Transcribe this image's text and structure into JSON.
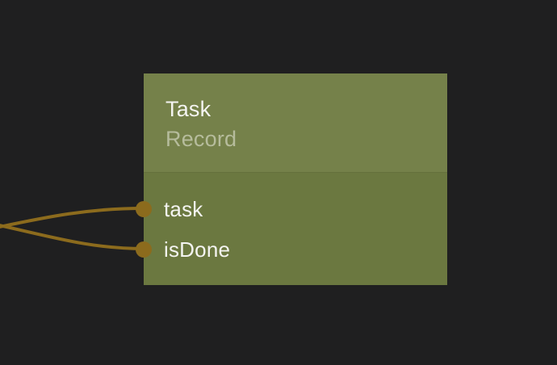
{
  "canvas": {
    "background_color": "#1f1f20"
  },
  "node": {
    "title": "Task",
    "subtitle": "Record",
    "header_color": "#75814a",
    "body_color": "#6b7840",
    "title_color": "#f4f4f1",
    "subtitle_color": "#b6bc9c",
    "field_text_color": "#f4f4f1",
    "fields": [
      {
        "name": "task"
      },
      {
        "name": "isDone"
      }
    ]
  },
  "connections": {
    "color": "#8c6b1d",
    "port_color": "#8c6b1d",
    "edges": [
      {
        "from": "offscreen-left",
        "to": "task"
      },
      {
        "from": "offscreen-left",
        "to": "isDone"
      }
    ]
  }
}
